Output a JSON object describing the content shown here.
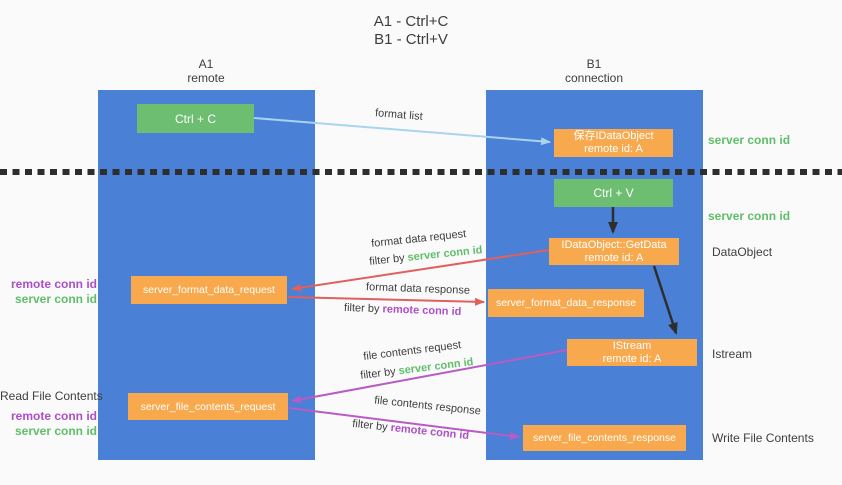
{
  "title": {
    "line1": "A1 - Ctrl+C",
    "line2": "B1 - Ctrl+V"
  },
  "columns": {
    "left": {
      "name": "A1",
      "subtitle": "remote"
    },
    "right": {
      "name": "B1",
      "subtitle": "connection"
    }
  },
  "boxes": {
    "ctrl_c": {
      "label": "Ctrl + C"
    },
    "save_idataobject": {
      "line1": "保存IDataObject",
      "line2": "remote id: A"
    },
    "ctrl_v": {
      "label": "Ctrl + V"
    },
    "getdata": {
      "line1": "IDataObject::GetData",
      "line2": "remote id: A"
    },
    "format_request": {
      "label": "server_format_data_request"
    },
    "format_response": {
      "label": "server_format_data_response"
    },
    "istream": {
      "line1": "IStream",
      "line2": "remote id: A"
    },
    "file_request": {
      "label": "server_file_contents_request"
    },
    "file_response": {
      "label": "server_file_contents_response"
    }
  },
  "flow_labels": {
    "format_list": "format list",
    "format_data_request": "format data request",
    "format_data_response": "format data response",
    "file_contents_request": "file contents request",
    "file_contents_response": "file contents response",
    "filter_by": "filter by ",
    "server_conn_id": "server conn id",
    "remote_conn_id": "remote conn id"
  },
  "side_labels": {
    "server_conn_id_top": "server conn id",
    "server_conn_id_mid": "server conn id",
    "dataobject": "DataObject",
    "istream": "Istream",
    "write_file_contents": "Write File Contents",
    "read_file_contents": "Read File Contents",
    "remote_conn_id_1": "remote conn id",
    "server_conn_id_1": "server conn id",
    "remote_conn_id_2": "remote conn id",
    "server_conn_id_2": "server conn id"
  },
  "colors": {
    "background": "#fafafa",
    "column_blue": "#4a80d5",
    "box_green": "#6dbe71",
    "box_orange": "#f8a94e",
    "arrow_light_blue": "#a8d4f0",
    "arrow_red": "#e0605e",
    "arrow_purple": "#b85bc5",
    "arrow_black": "#2e2e2e",
    "text_green": "#5fbe6a",
    "text_purple": "#ad4fc9",
    "text_dark": "#3e3e3e"
  }
}
